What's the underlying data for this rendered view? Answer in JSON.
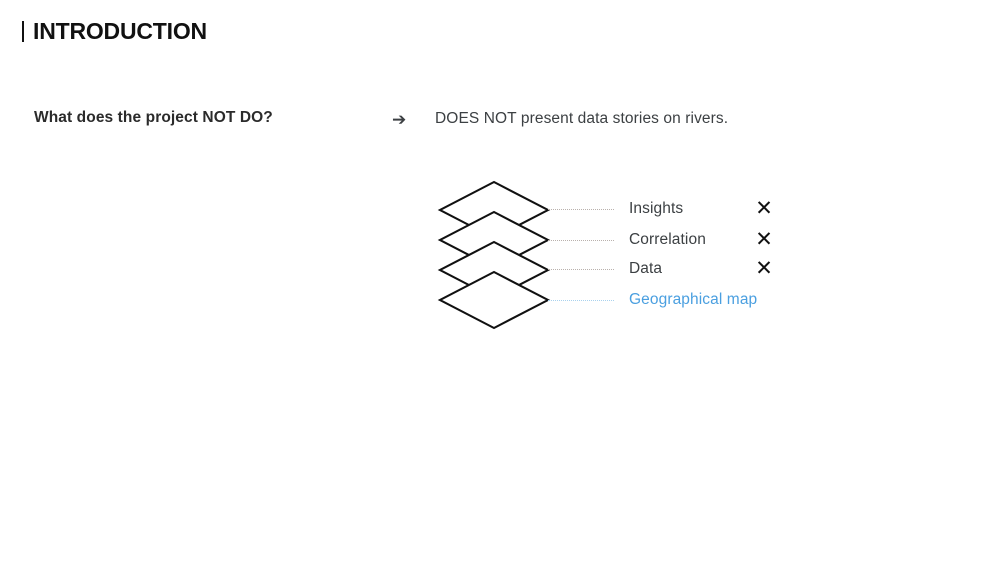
{
  "slide": {
    "title": "INTRODUCTION",
    "title_bar": "|",
    "question": "What does the project NOT DO?",
    "arrow": "➔",
    "answer": "DOES NOT present data stories on rivers.",
    "layers": [
      {
        "label": "Insights",
        "mark": "✕",
        "has_mark": true,
        "accent": false
      },
      {
        "label": "Correlation",
        "mark": "✕",
        "has_mark": true,
        "accent": false
      },
      {
        "label": "Data",
        "mark": "✕",
        "has_mark": true,
        "accent": false
      },
      {
        "label": "Geographical map",
        "mark": "",
        "has_mark": false,
        "accent": true
      }
    ],
    "colors": {
      "accent_blue": "#4a9fe0",
      "text_dark": "#3c4043",
      "title_black": "#111111",
      "leader_gray": "#b9b1ad",
      "leader_blue": "#a9d2ee"
    }
  }
}
